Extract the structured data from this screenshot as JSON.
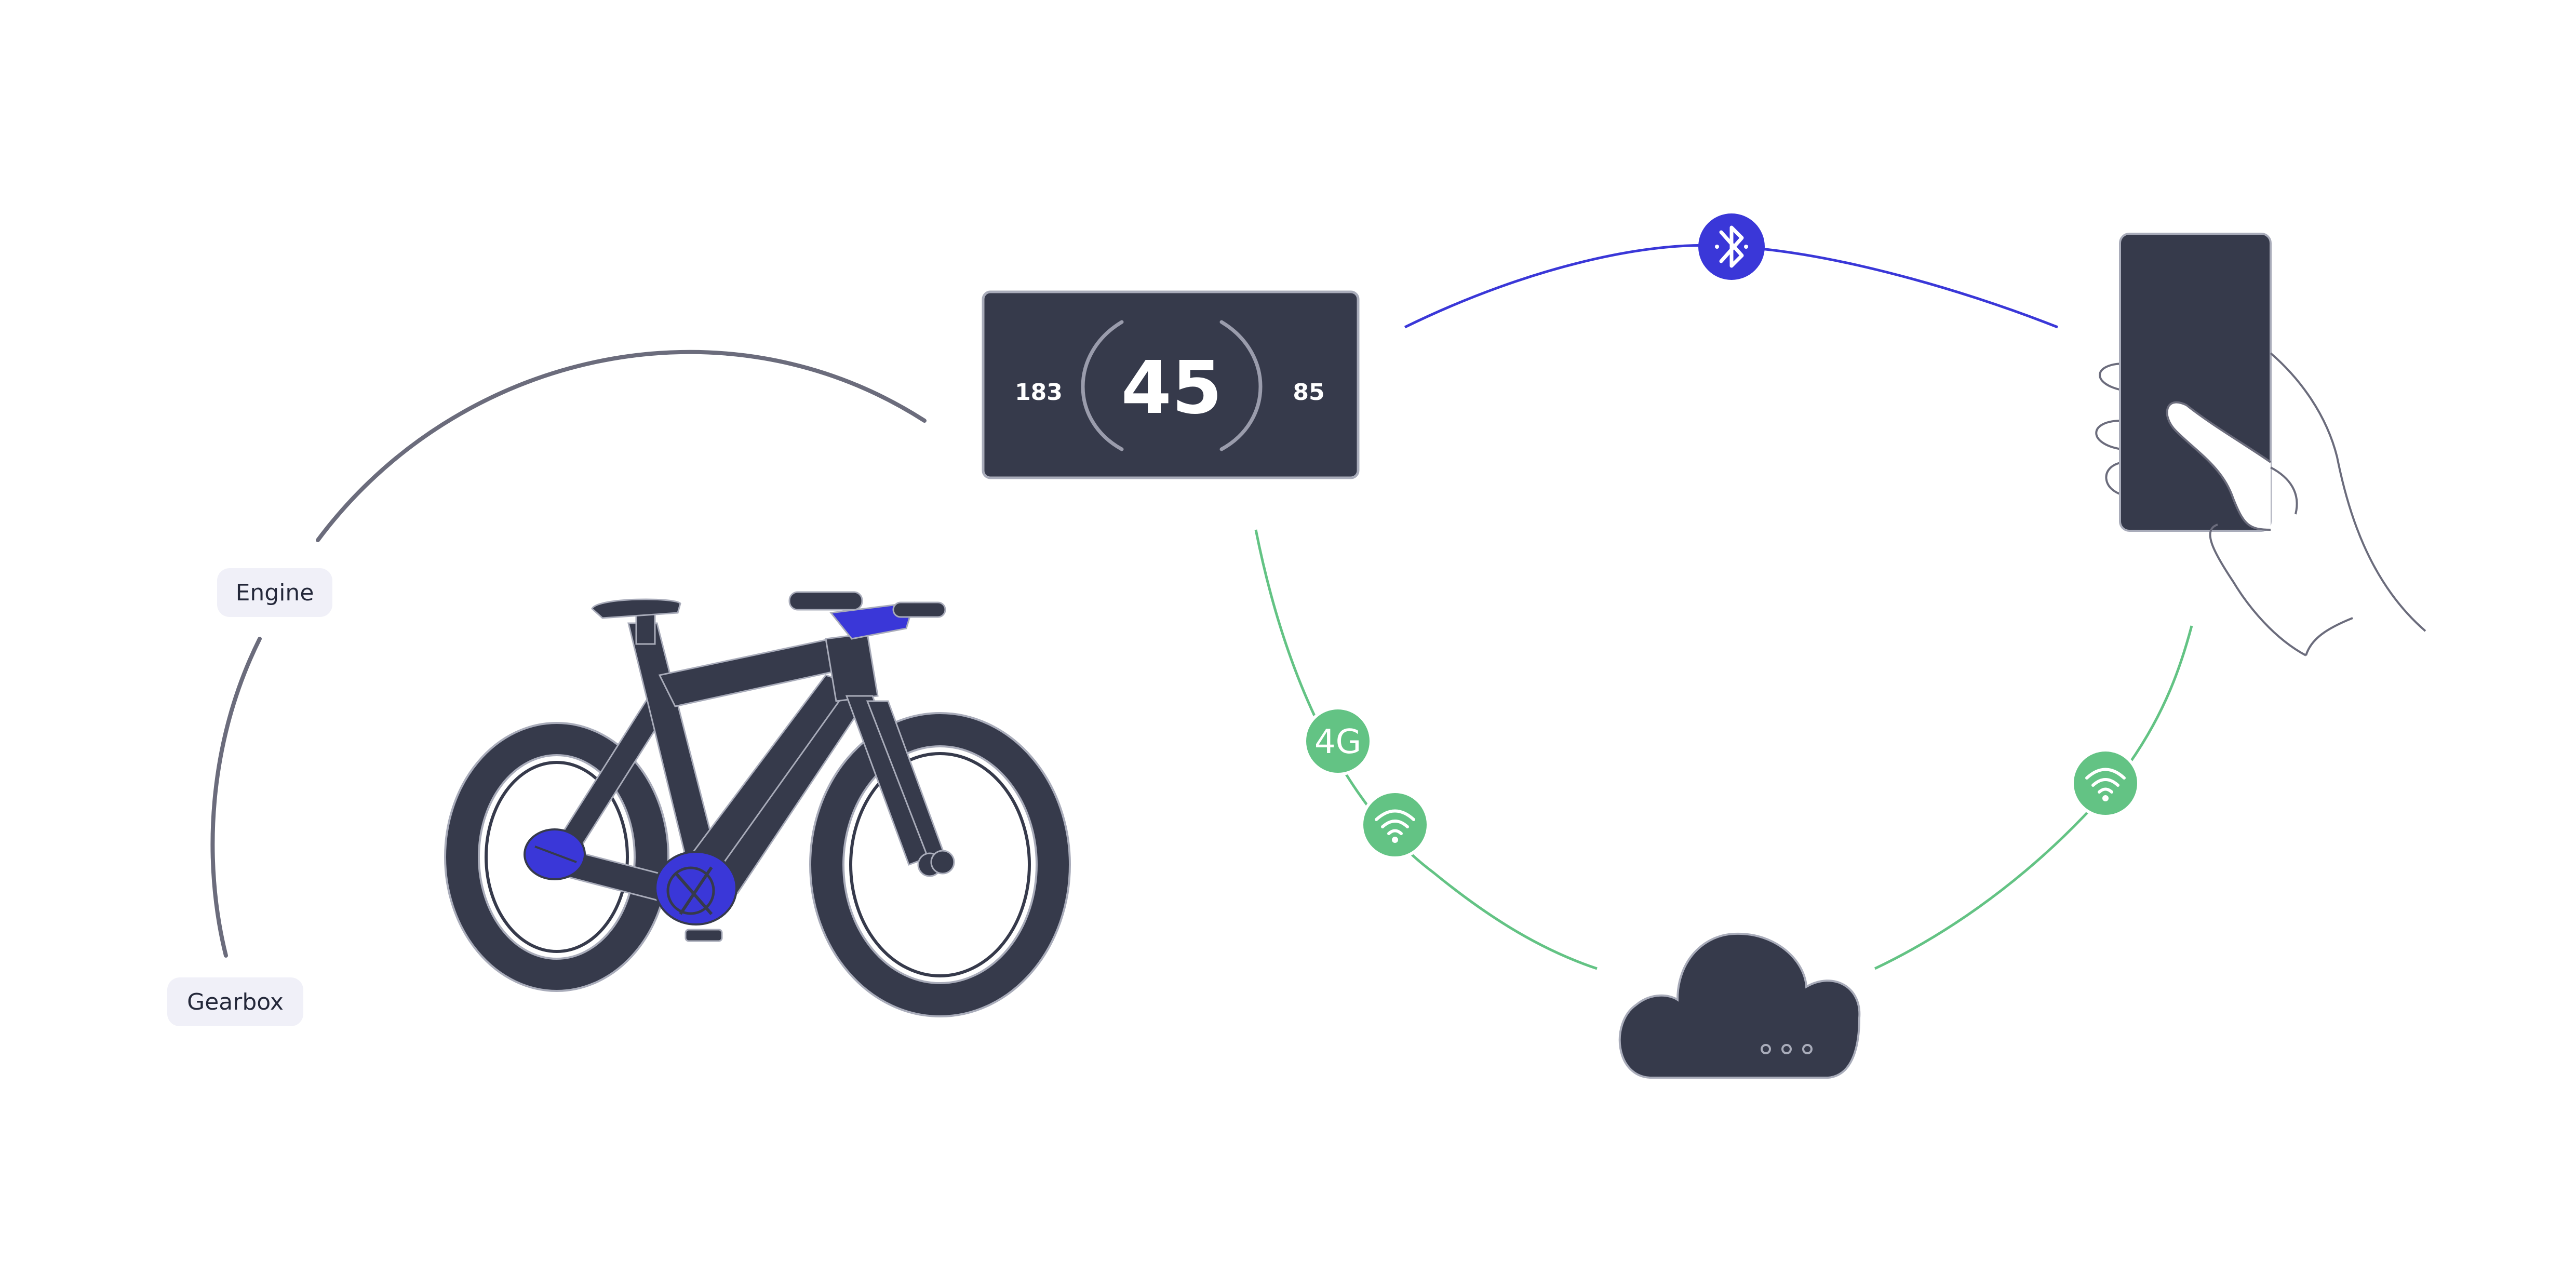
{
  "labels": {
    "engine": "Engine",
    "gearbox": "Gearbox"
  },
  "dashboard": {
    "left_value": "183",
    "speed": "45",
    "right_value": "85"
  },
  "connectivity": {
    "cellular_label": "4G",
    "bluetooth_icon": "bluetooth-icon",
    "wifi_icon": "wifi-icon",
    "cloud_icon": "cloud-icon",
    "phone_icon": "smartphone-in-hand"
  },
  "colors": {
    "dark": "#363a4b",
    "accent_blue": "#3a37d8",
    "green": "#63c384",
    "arc_grey": "#6b6c7c",
    "label_bg": "#f0f0f8"
  }
}
